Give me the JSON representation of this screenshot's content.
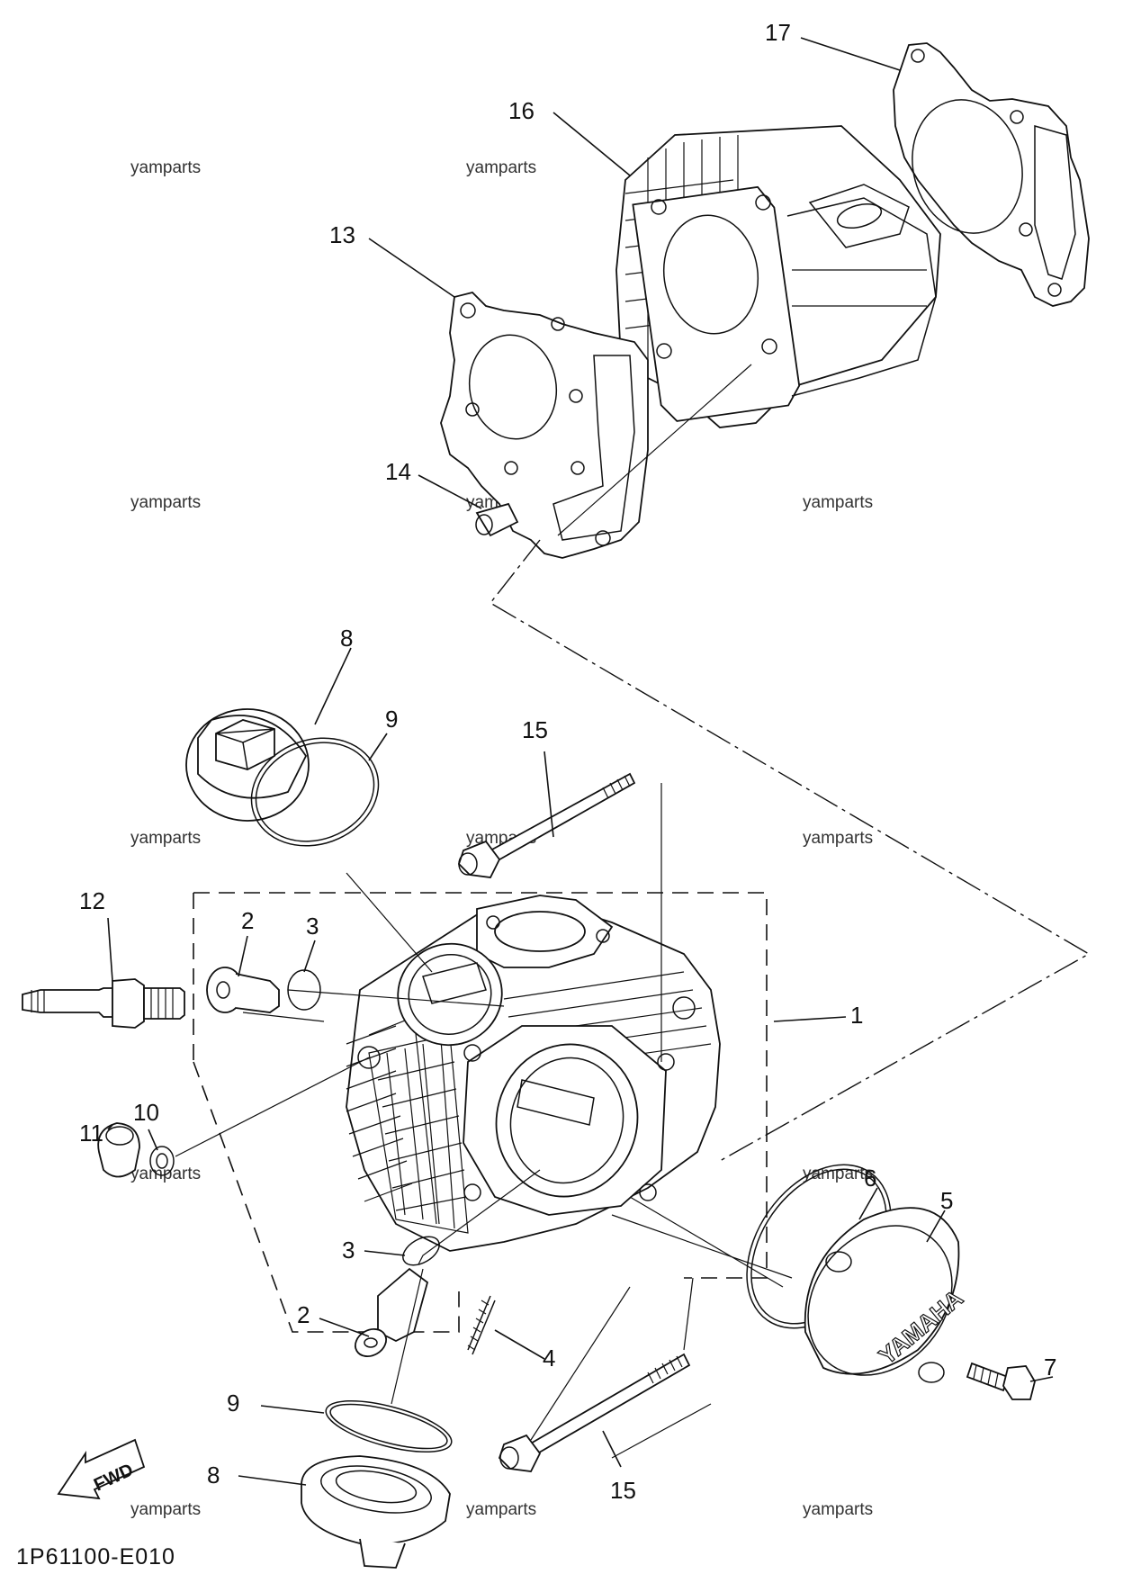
{
  "diagram": {
    "code": "1P61100-E010",
    "watermark": "yamparts",
    "fwd_label": "FWD",
    "brand_text": "YAMAHA"
  },
  "labels": {
    "p1": "1",
    "p2a": "2",
    "p2b": "2",
    "p3a": "3",
    "p3b": "3",
    "p4": "4",
    "p5": "5",
    "p6": "6",
    "p7": "7",
    "p8a": "8",
    "p8b": "8",
    "p9a": "9",
    "p9b": "9",
    "p10": "10",
    "p11": "11",
    "p12": "12",
    "p13": "13",
    "p14": "14",
    "p15a": "15",
    "p15b": "15",
    "p16": "16",
    "p17": "17"
  },
  "colors": {
    "ink": "#111111",
    "background": "#ffffff"
  }
}
